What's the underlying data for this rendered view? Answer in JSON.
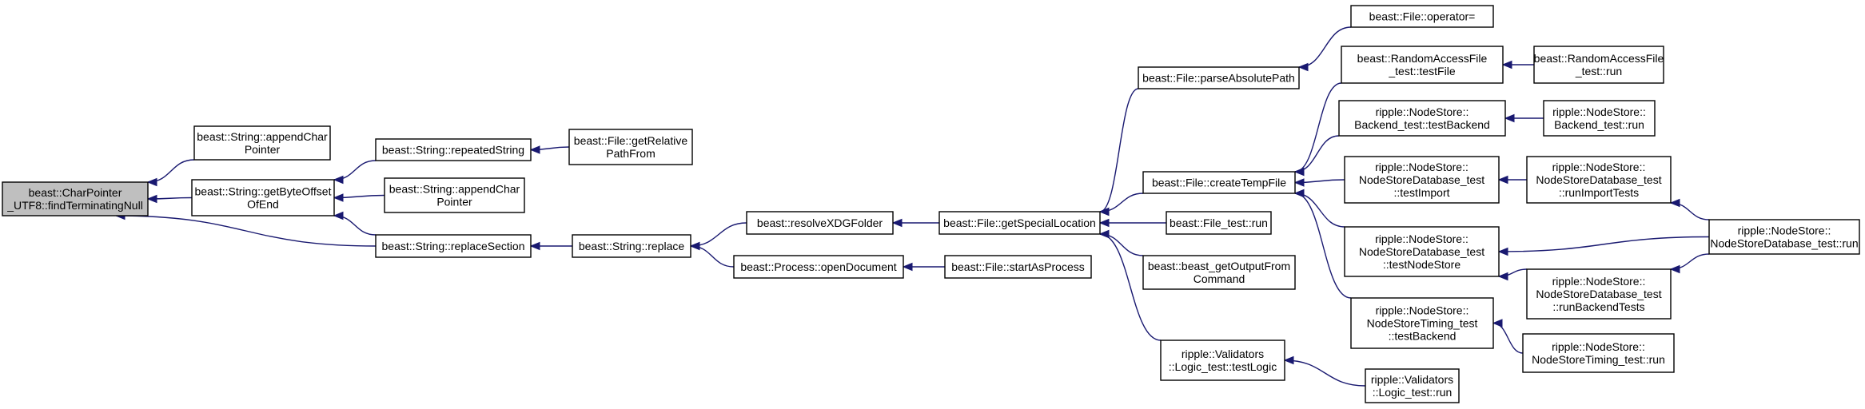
{
  "colors": {
    "edge": "#191970",
    "root_fill": "#bfbfbf",
    "node_fill": "#ffffff",
    "border": "#000000"
  },
  "nodes": [
    {
      "id": "root",
      "lines": [
        "beast::CharPointer",
        "_UTF8::findTerminatingNull"
      ],
      "root": true
    },
    {
      "id": "appendCharPointer1",
      "lines": [
        "beast::String::appendChar",
        "Pointer"
      ]
    },
    {
      "id": "getByteOffsetOfEnd",
      "lines": [
        "beast::String::getByteOffset",
        "OfEnd"
      ]
    },
    {
      "id": "repeatedString",
      "lines": [
        "beast::String::repeatedString"
      ]
    },
    {
      "id": "appendCharPointer2",
      "lines": [
        "beast::String::appendChar",
        "Pointer"
      ]
    },
    {
      "id": "replaceSection",
      "lines": [
        "beast::String::replaceSection"
      ]
    },
    {
      "id": "getRelativePathFrom",
      "lines": [
        "beast::File::getRelative",
        "PathFrom"
      ]
    },
    {
      "id": "stringReplace",
      "lines": [
        "beast::String::replace"
      ]
    },
    {
      "id": "resolveXDGFolder",
      "lines": [
        "beast::resolveXDGFolder"
      ]
    },
    {
      "id": "openDocument",
      "lines": [
        "beast::Process::openDocument"
      ]
    },
    {
      "id": "getSpecialLocation",
      "lines": [
        "beast::File::getSpecialLocation"
      ]
    },
    {
      "id": "startAsProcess",
      "lines": [
        "beast::File::startAsProcess"
      ]
    },
    {
      "id": "parseAbsolutePath",
      "lines": [
        "beast::File::parseAbsolutePath"
      ]
    },
    {
      "id": "createTempFile",
      "lines": [
        "beast::File::createTempFile"
      ]
    },
    {
      "id": "fileTestRun",
      "lines": [
        "beast::File_test::run"
      ]
    },
    {
      "id": "getOutputFromCommand",
      "lines": [
        "beast::beast_getOutputFrom",
        "Command"
      ]
    },
    {
      "id": "logicTestLogic",
      "lines": [
        "ripple::Validators",
        "::Logic_test::testLogic"
      ]
    },
    {
      "id": "operatorAssign",
      "lines": [
        "beast::File::operator="
      ]
    },
    {
      "id": "rafTestFile",
      "lines": [
        "beast::RandomAccessFile",
        "_test::testFile"
      ]
    },
    {
      "id": "backendTestBackend",
      "lines": [
        "ripple::NodeStore::",
        "Backend_test::testBackend"
      ]
    },
    {
      "id": "nsdbTestImport",
      "lines": [
        "ripple::NodeStore::",
        "NodeStoreDatabase_test",
        "::testImport"
      ]
    },
    {
      "id": "nsdbTestNodeStore",
      "lines": [
        "ripple::NodeStore::",
        "NodeStoreDatabase_test",
        "::testNodeStore"
      ]
    },
    {
      "id": "timingTestBackend",
      "lines": [
        "ripple::NodeStore::",
        "NodeStoreTiming_test",
        "::testBackend"
      ]
    },
    {
      "id": "logicTestRun",
      "lines": [
        "ripple::Validators",
        "::Logic_test::run"
      ]
    },
    {
      "id": "rafTestRun",
      "lines": [
        "beast::RandomAccessFile",
        "_test::run"
      ]
    },
    {
      "id": "backendTestRun",
      "lines": [
        "ripple::NodeStore::",
        "Backend_test::run"
      ]
    },
    {
      "id": "nsdbRunImportTests",
      "lines": [
        "ripple::NodeStore::",
        "NodeStoreDatabase_test",
        "::runImportTests"
      ]
    },
    {
      "id": "nsdbRunBackendTests",
      "lines": [
        "ripple::NodeStore::",
        "NodeStoreDatabase_test",
        "::runBackendTests"
      ]
    },
    {
      "id": "timingTestRun",
      "lines": [
        "ripple::NodeStore::",
        "NodeStoreTiming_test::run"
      ]
    },
    {
      "id": "nsdbTestRun",
      "lines": [
        "ripple::NodeStore::",
        "NodeStoreDatabase_test::run"
      ]
    }
  ],
  "edges": [
    [
      "appendCharPointer1",
      "root"
    ],
    [
      "getByteOffsetOfEnd",
      "root"
    ],
    [
      "replaceSection",
      "root"
    ],
    [
      "repeatedString",
      "getByteOffsetOfEnd"
    ],
    [
      "appendCharPointer2",
      "getByteOffsetOfEnd"
    ],
    [
      "replaceSection",
      "getByteOffsetOfEnd"
    ],
    [
      "getRelativePathFrom",
      "repeatedString"
    ],
    [
      "stringReplace",
      "replaceSection"
    ],
    [
      "resolveXDGFolder",
      "stringReplace"
    ],
    [
      "openDocument",
      "stringReplace"
    ],
    [
      "getSpecialLocation",
      "resolveXDGFolder"
    ],
    [
      "startAsProcess",
      "openDocument"
    ],
    [
      "parseAbsolutePath",
      "getSpecialLocation"
    ],
    [
      "createTempFile",
      "getSpecialLocation"
    ],
    [
      "fileTestRun",
      "getSpecialLocation"
    ],
    [
      "getOutputFromCommand",
      "getSpecialLocation"
    ],
    [
      "logicTestLogic",
      "getSpecialLocation"
    ],
    [
      "operatorAssign",
      "parseAbsolutePath"
    ],
    [
      "rafTestFile",
      "createTempFile"
    ],
    [
      "backendTestBackend",
      "createTempFile"
    ],
    [
      "nsdbTestImport",
      "createTempFile"
    ],
    [
      "nsdbTestNodeStore",
      "createTempFile"
    ],
    [
      "timingTestBackend",
      "createTempFile"
    ],
    [
      "logicTestRun",
      "logicTestLogic"
    ],
    [
      "rafTestRun",
      "rafTestFile"
    ],
    [
      "backendTestRun",
      "backendTestBackend"
    ],
    [
      "nsdbRunImportTests",
      "nsdbTestImport"
    ],
    [
      "nsdbTestRun",
      "nsdbTestNodeStore"
    ],
    [
      "nsdbRunBackendTests",
      "nsdbTestNodeStore"
    ],
    [
      "timingTestRun",
      "timingTestBackend"
    ],
    [
      "nsdbTestRun",
      "nsdbRunImportTests"
    ],
    [
      "nsdbTestRun",
      "nsdbRunBackendTests"
    ]
  ]
}
